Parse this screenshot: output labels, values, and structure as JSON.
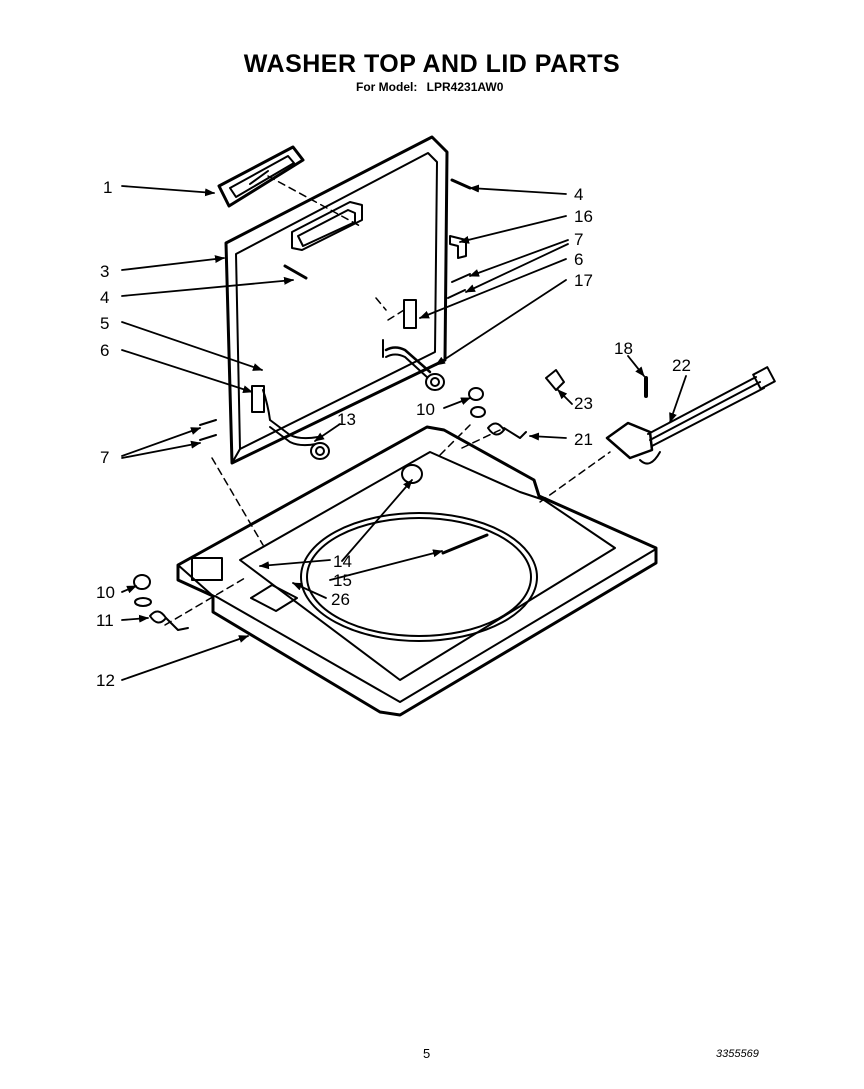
{
  "title": "WASHER TOP AND LID PARTS",
  "model": {
    "prefix": "For Model:",
    "number": "LPR4231AW0"
  },
  "footer": {
    "page_number": "5",
    "document_number": "3355569"
  },
  "callouts": [
    "1",
    "3",
    "4",
    "5",
    "6",
    "7",
    "13",
    "4",
    "16",
    "7",
    "6",
    "17",
    "18",
    "22",
    "23",
    "10",
    "21",
    "14",
    "15",
    "26",
    "10",
    "11",
    "12"
  ]
}
